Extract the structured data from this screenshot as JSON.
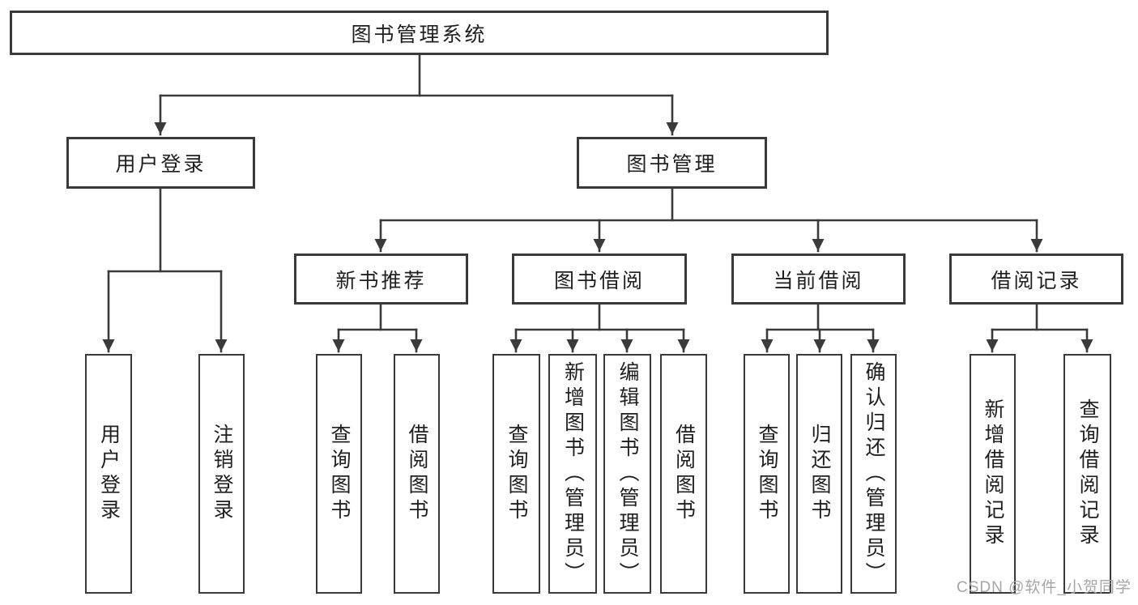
{
  "page": {
    "background": "#ffffff"
  },
  "colors": {
    "line": "#3a3a3a",
    "box_border": "#3a3a3a",
    "box_fill": "#ffffff",
    "label_text": "#1f1f1f",
    "watermark_text": "#a6a6a6"
  },
  "watermark": {
    "text": "CSDN @软件_小贺同学"
  },
  "tree": {
    "root": {
      "label": "图书管理系统"
    },
    "level1": [
      {
        "label": "用户登录"
      },
      {
        "label": "图书管理"
      }
    ],
    "level2": [
      {
        "label": "新书推荐"
      },
      {
        "label": "图书借阅"
      },
      {
        "label": "当前借阅"
      },
      {
        "label": "借阅记录"
      }
    ],
    "leaves": {
      "user_login": [
        "用户登录",
        "注销登录"
      ],
      "new_books": [
        "查询图书",
        "借阅图书"
      ],
      "book_borrow": [
        "查询图书",
        "新增图书（管理员）",
        "编辑图书（管理员）",
        "借阅图书"
      ],
      "current_borrow": [
        "查询图书",
        "归还图书",
        "确认归还（管理员）"
      ],
      "borrow_records": [
        "新增借阅记录",
        "查询借阅记录"
      ]
    }
  }
}
